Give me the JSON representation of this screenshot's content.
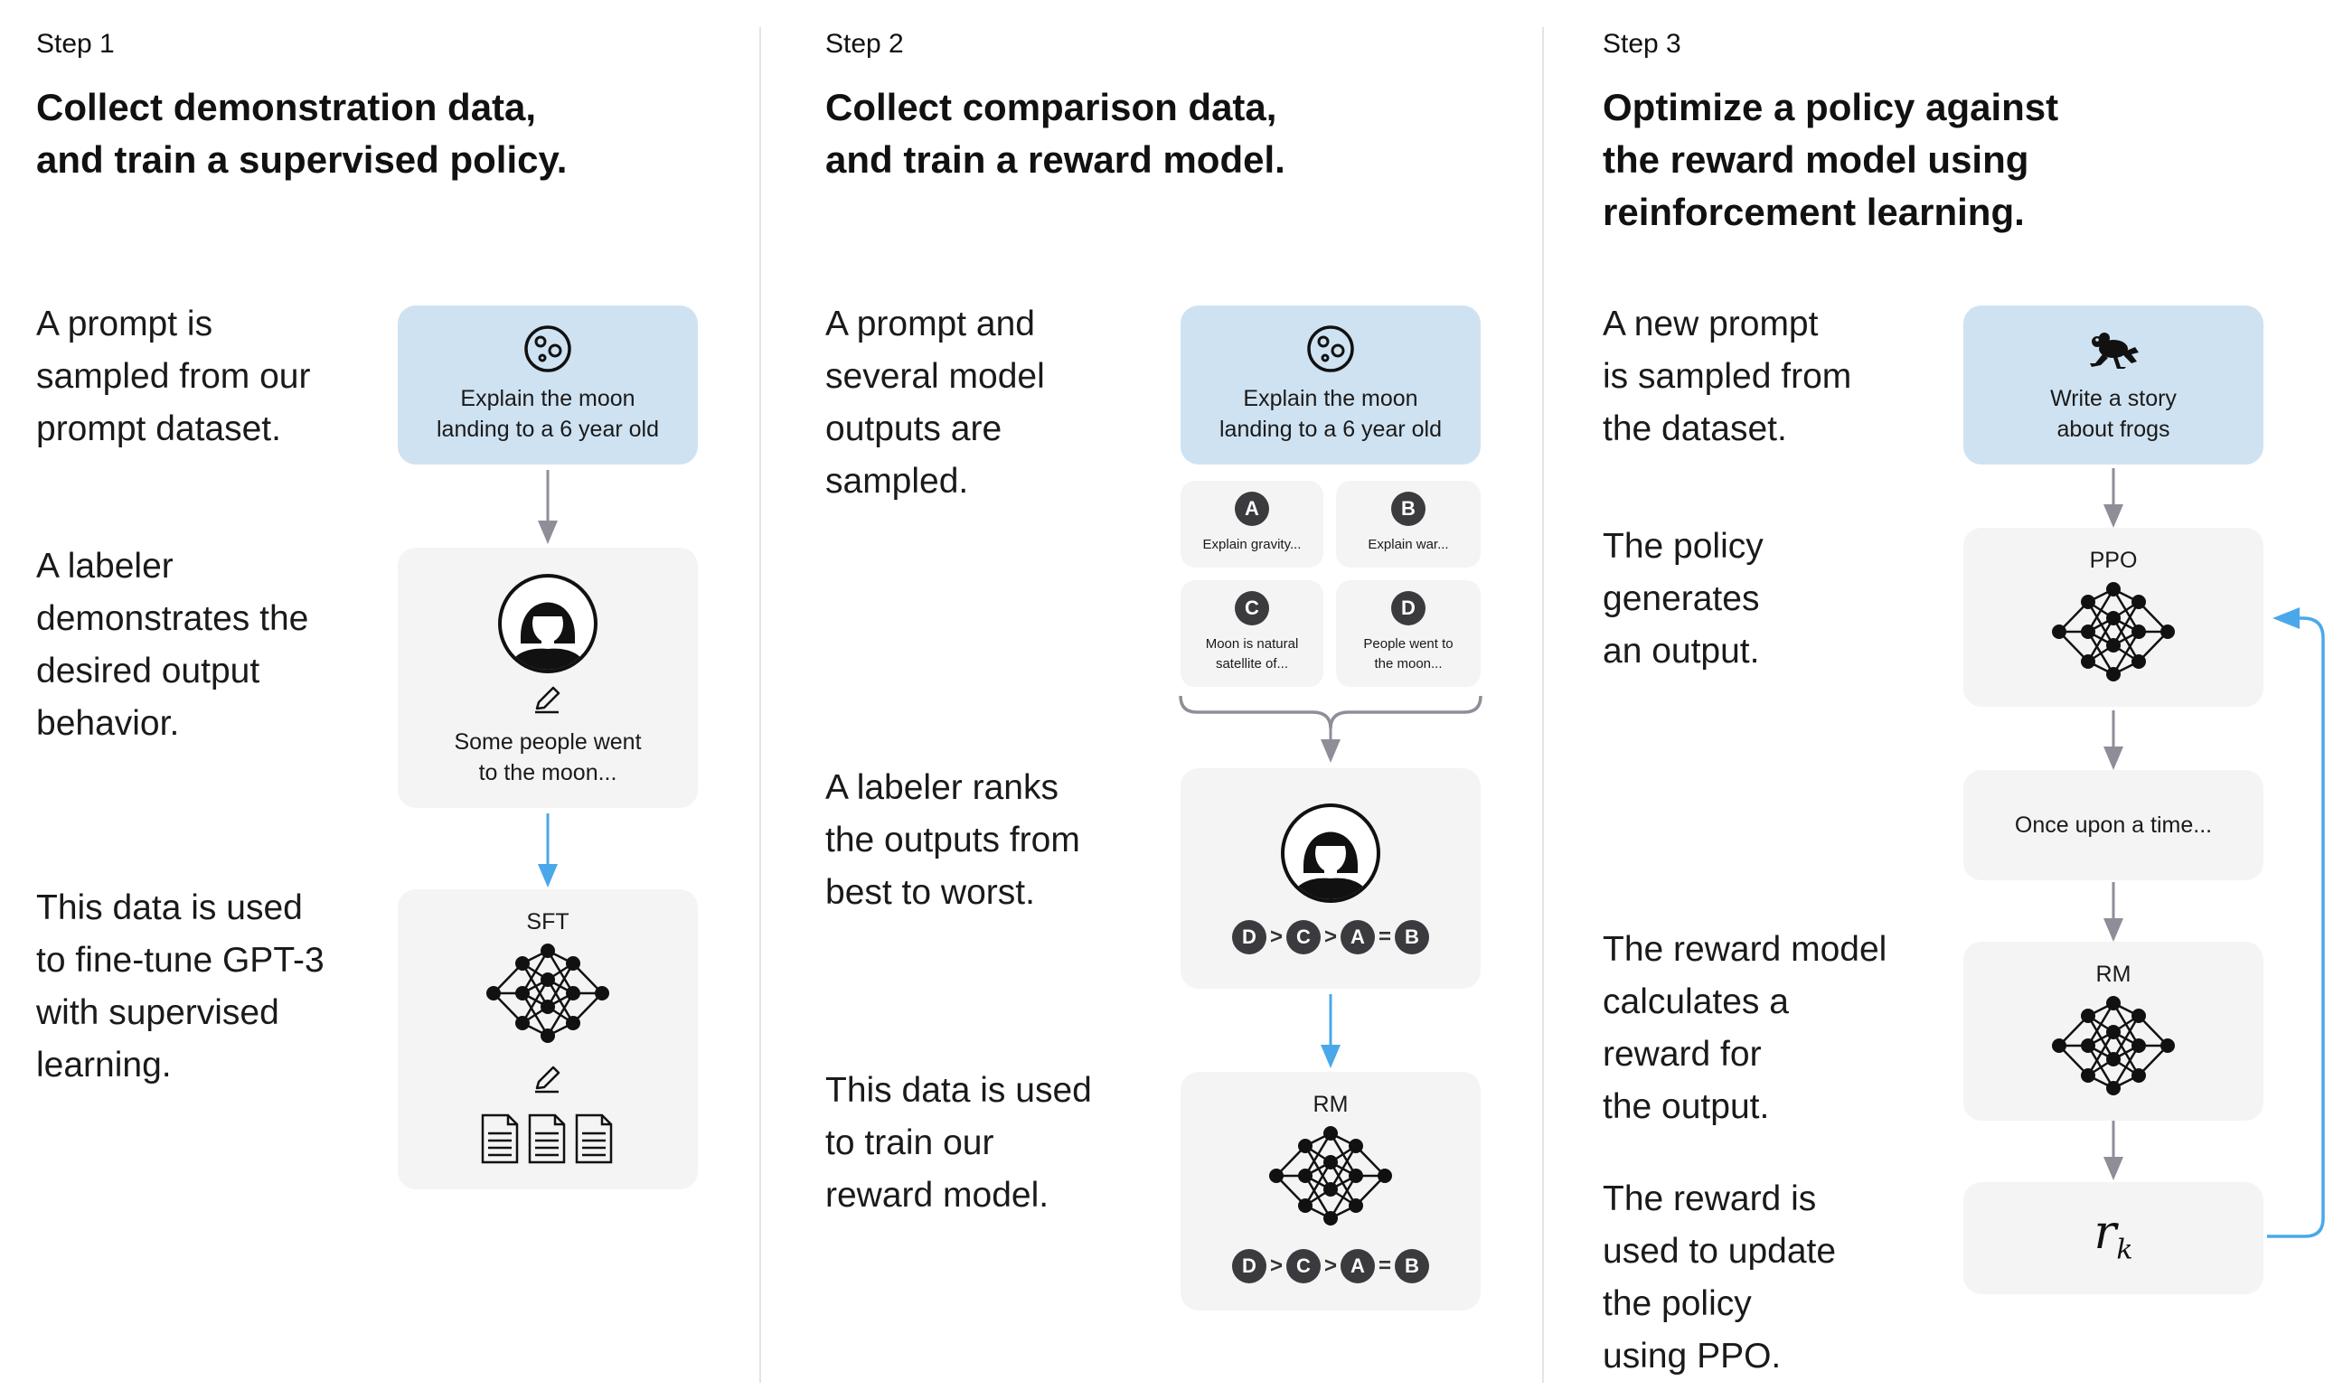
{
  "step1": {
    "label": "Step 1",
    "title_line1": "Collect demonstration data,",
    "title_line2": "and train a supervised policy.",
    "desc1": [
      "A prompt is",
      "sampled from our",
      "prompt dataset."
    ],
    "desc2": [
      "A labeler",
      "demonstrates the",
      "desired output",
      "behavior."
    ],
    "desc3": [
      "This data is used",
      "to fine-tune GPT-3",
      "with supervised",
      "learning."
    ],
    "prompt_line1": "Explain the moon",
    "prompt_line2": "landing to a 6 year old",
    "demo_line1": "Some people went",
    "demo_line2": "to the moon...",
    "model_label": "SFT"
  },
  "step2": {
    "label": "Step 2",
    "title_line1": "Collect comparison data,",
    "title_line2": "and train a reward model.",
    "desc1": [
      "A prompt and",
      "several model",
      "outputs are",
      "sampled."
    ],
    "desc2": [
      "A labeler ranks",
      "the outputs from",
      "best to worst."
    ],
    "desc3": [
      "This data is used",
      "to train our",
      "reward model."
    ],
    "prompt_line1": "Explain the moon",
    "prompt_line2": "landing to a 6 year old",
    "outputs": [
      {
        "letter": "A",
        "line1": "Explain gravity...",
        "line2": ""
      },
      {
        "letter": "B",
        "line1": "Explain war...",
        "line2": ""
      },
      {
        "letter": "C",
        "line1": "Moon is natural",
        "line2": "satellite of..."
      },
      {
        "letter": "D",
        "line1": "People went to",
        "line2": "the moon..."
      }
    ],
    "ranking": {
      "l1": "D",
      "o1": ">",
      "l2": "C",
      "o2": ">",
      "l3": "A",
      "o3": "=",
      "l4": "B"
    },
    "model_label": "RM"
  },
  "step3": {
    "label": "Step 3",
    "title_line1": "Optimize a policy against",
    "title_line2": "the reward model using",
    "title_line3": "reinforcement learning.",
    "desc1": [
      "A new prompt",
      "is sampled from",
      "the dataset."
    ],
    "desc2": [
      "The policy",
      "generates",
      "an output."
    ],
    "desc3": [
      "The reward model",
      "calculates a",
      "reward for",
      "the output."
    ],
    "desc4": [
      "The reward is",
      "used to update",
      "the policy",
      "using PPO."
    ],
    "prompt_line1": "Write a story",
    "prompt_line2": "about frogs",
    "policy_label": "PPO",
    "output_text": "Once upon a time...",
    "rm_label": "RM",
    "reward_symbol": "r",
    "reward_sub": "k"
  },
  "colors": {
    "prompt_card": "#cfe2f1",
    "card": "#f4f4f4",
    "arrow_gray": "#8e8e98",
    "arrow_blue": "#4aa8ea",
    "badge": "#3b3b3f"
  },
  "icons": [
    "moon-icon",
    "person-icon",
    "pencil-icon",
    "document-icon",
    "neural-network-icon",
    "frog-icon"
  ]
}
